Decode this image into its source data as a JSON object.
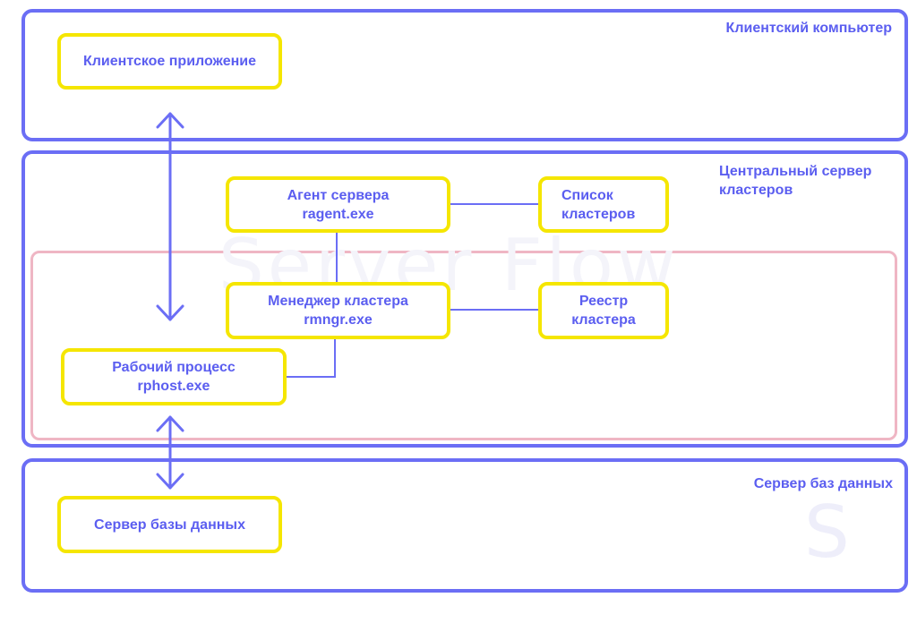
{
  "zones": {
    "client_computer": "Клиентский компьютер",
    "central_server_line1": "Центральный сервер",
    "central_server_line2": "кластеров",
    "db_server": "Сервер баз данных"
  },
  "nodes": {
    "client_app": {
      "line1": "Клиентское приложение"
    },
    "server_agent": {
      "line1": "Агент сервера",
      "line2": "ragent.exe"
    },
    "cluster_list": {
      "line1": "Список",
      "line2": "кластеров"
    },
    "cluster_manager": {
      "line1": "Менеджер кластера",
      "line2": "rmngr.exe"
    },
    "cluster_registry": {
      "line1": "Реестр",
      "line2": "кластера"
    },
    "worker_process": {
      "line1": "Рабочий процесс",
      "line2": "rphost.exe"
    },
    "database_server": {
      "line1": "Сервер базы данных"
    }
  },
  "watermark": {
    "text": "Server Flow",
    "logo": "S"
  },
  "colors": {
    "zone_border": "#6b6ef5",
    "node_border": "#f5e600",
    "cluster_border": "#efb6c4",
    "text": "#5b5ef0"
  }
}
